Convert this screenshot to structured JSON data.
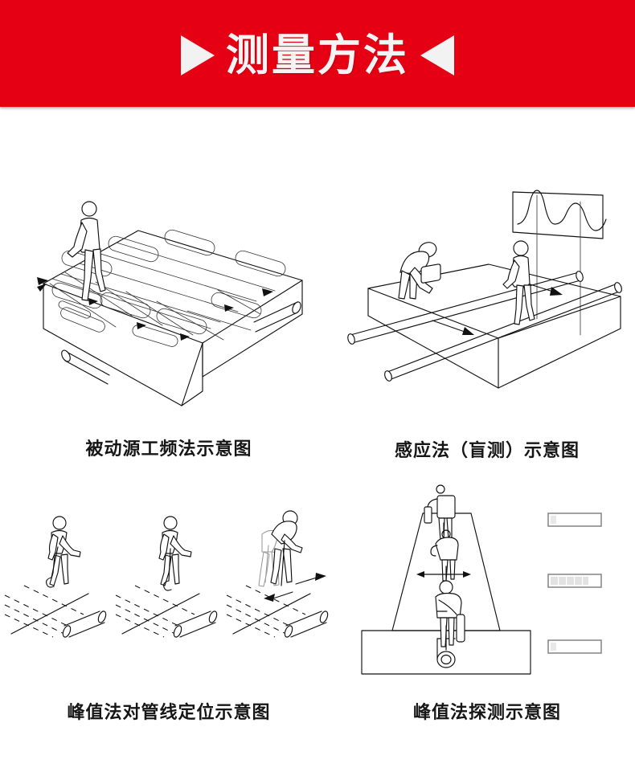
{
  "banner": {
    "title": "测量方法",
    "background_color": "#e60013",
    "text_color": "#f4f4f4",
    "left_marker_icon": "triangle-right-icon",
    "right_marker_icon": "triangle-left-icon"
  },
  "page": {
    "background_color": "#ffffff",
    "line_art_color": "#111111"
  },
  "diagrams": [
    {
      "id": "passive-power-frequency",
      "caption": "被动源工频法示意图",
      "elements": {
        "ground_block": "3d-soil-block",
        "surface_grid": "survey-grid",
        "operator": "walking-operator",
        "buried_pipes": 2,
        "coil_loops": 10,
        "direction_arrows": 6
      }
    },
    {
      "id": "induction-blind-test",
      "caption": "感应法（盲测）示意图",
      "elements": {
        "ground_block": "3d-soil-block",
        "transmitter_operator": "crouching-operator-with-transmitter",
        "receiver_operator": "standing-operator-with-receiver",
        "buried_pipes": 2,
        "signal_chart": "dual-peak-response-curve",
        "signal_chart_peaks": 2,
        "direction_arrows": 2
      }
    },
    {
      "id": "peak-method-pipe-locating",
      "caption": "峰值法对管线定位示意图",
      "elements": {
        "scenes": 3,
        "field_lines": "dashed-flux-lines",
        "pipe": "buried-pipe",
        "operator": "operator-with-locator-wand",
        "sweep_arrows": 2
      }
    },
    {
      "id": "peak-method-detection",
      "caption": "峰值法探测示意图",
      "elements": {
        "detection_cone": "trapezoid-detection-zone",
        "operators": 3,
        "pipe": "buried-pipe-cross-section",
        "sweep_arrow": "double-headed-horizontal-arrow",
        "signal_bars": [
          {
            "label_icon": "signal-bar-icon",
            "fill_percent": 10
          },
          {
            "label_icon": "signal-bar-icon",
            "fill_percent": 72
          },
          {
            "label_icon": "signal-bar-icon",
            "fill_percent": 10
          }
        ]
      }
    }
  ]
}
